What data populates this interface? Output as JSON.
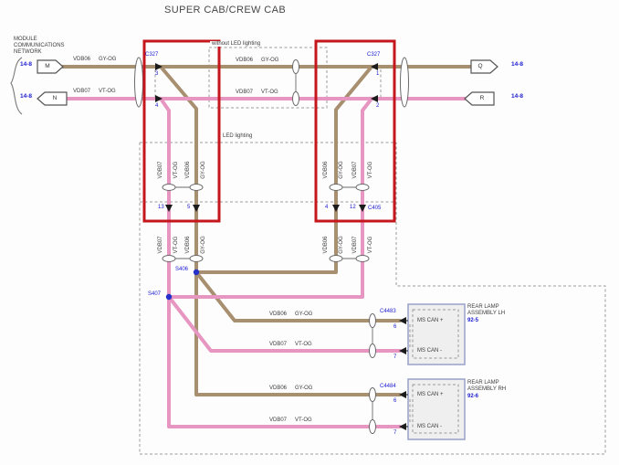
{
  "title": "SUPER CAB/CREW CAB",
  "colors": {
    "wire_tan": "#a78f70",
    "wire_pink": "#e795c1",
    "highlight_red": "#c4161c",
    "label_blue": "#1b1bd0",
    "ink": "#3c3c3c",
    "dash_gray": "#9a9a9a",
    "lamp_border": "#99a0c8",
    "lamp_fill": "#efeff0"
  },
  "module_network": {
    "lines": [
      "MODULE",
      "COMMUNICATIONS",
      "NETWORK"
    ]
  },
  "entries": {
    "m": {
      "page": "14-8",
      "tag": "M"
    },
    "n": {
      "page": "14-8",
      "tag": "N"
    },
    "q": {
      "tag": "Q",
      "page": "14-8"
    },
    "r": {
      "tag": "R",
      "page": "14-8"
    }
  },
  "wires": {
    "can_high": {
      "circuit": "VDB06",
      "color_code": "GY-OG"
    },
    "can_low": {
      "circuit": "VDB07",
      "color_code": "VT-OG"
    }
  },
  "regions": {
    "without_led": "without LED lighting",
    "led": "LED lighting"
  },
  "c327_left": {
    "name": "C327",
    "pin_top": "3",
    "pin_bottom": "4",
    "pin_out_left": "13",
    "pin_out_right": "5"
  },
  "c327_right": {
    "name": "C327",
    "pin_top": "1",
    "pin_bottom": "2",
    "pin_out_left": "4",
    "pin_out_right": "12",
    "bottom_connector": "C405"
  },
  "splices": {
    "s406": "S406",
    "s407": "S407"
  },
  "lamps": {
    "lh": {
      "connector": "C4483",
      "pin_plus": "6",
      "pin_minus": "7",
      "can_plus": "MS CAN +",
      "can_minus": "MS CAN -",
      "name1": "REAR LAMP",
      "name2": "ASSEMBLY LH",
      "page": "92-5"
    },
    "rh": {
      "connector": "C4484",
      "pin_plus": "6",
      "pin_minus": "7",
      "can_plus": "MS CAN +",
      "can_minus": "MS CAN -",
      "name1": "REAR LAMP",
      "name2": "ASSEMBLY RH",
      "page": "92-6"
    }
  }
}
